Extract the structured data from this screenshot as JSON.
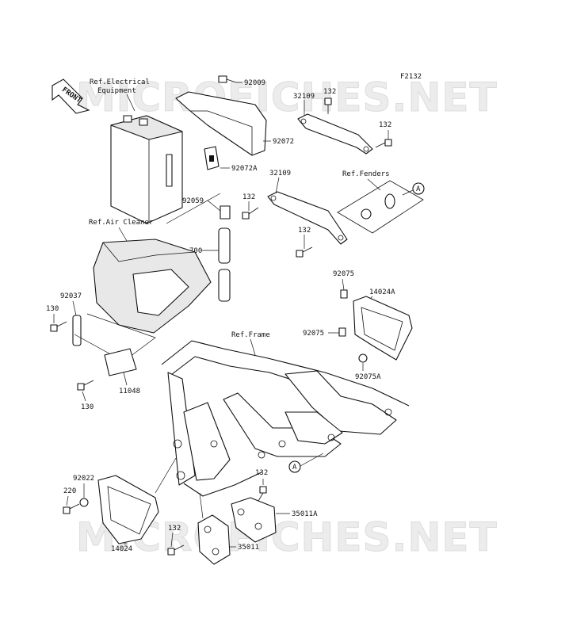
{
  "diagram": {
    "figure_code": "F2132",
    "watermark": "MICROFICHES.NET",
    "front_marker": "FRONT",
    "refs": {
      "electrical": [
        "Ref.Electrical",
        "Equipment"
      ],
      "air_cleaner": "Ref.Air Cleaner",
      "fenders": "Ref.Fenders",
      "frame": "Ref.Frame"
    },
    "callout_marker": "A",
    "part_labels": {
      "p92009": "92009",
      "p32109_top": "32109",
      "p132_a": "132",
      "p132_b": "132",
      "p92072": "92072",
      "p92072A": "92072A",
      "p32109_mid": "32109",
      "p132_c": "132",
      "p92059": "92059",
      "p132_d": "132",
      "p700": "700",
      "p92037": "92037",
      "p130_a": "130",
      "p92075_a": "92075",
      "p14024A": "14024A",
      "p92075_b": "92075",
      "p92075A": "92075A",
      "p11048": "11048",
      "p130_b": "130",
      "p92022": "92022",
      "p220": "220",
      "p132_e": "132",
      "p35011A": "35011A",
      "p132_f": "132",
      "p35011": "35011",
      "p14024": "14024"
    }
  }
}
